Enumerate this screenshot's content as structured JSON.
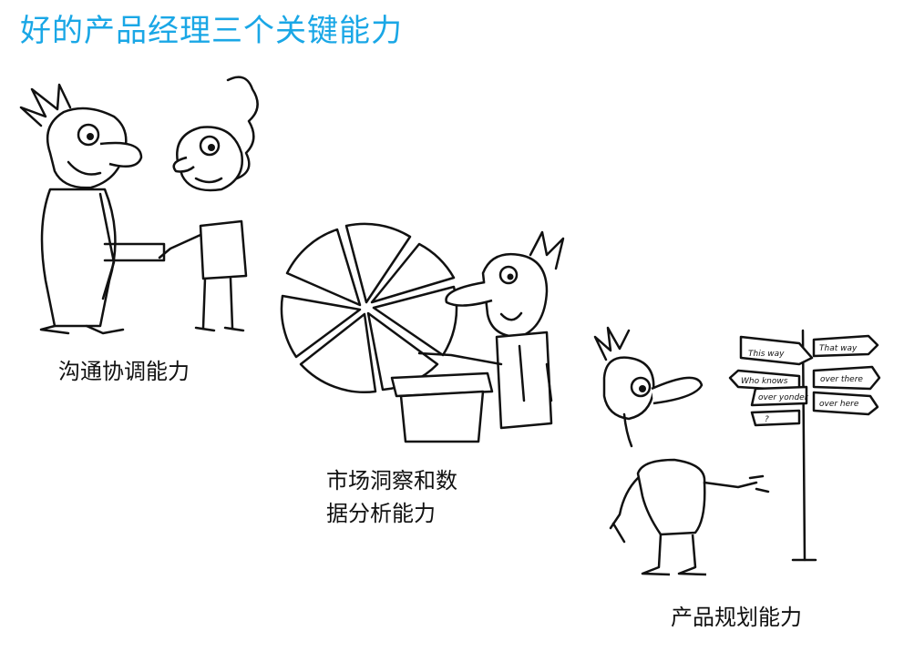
{
  "title": "好的产品经理三个关键能力",
  "abilities": [
    {
      "label": "沟通协调能力"
    },
    {
      "label_line1": "市场洞察和数",
      "label_line2": "据分析能力"
    },
    {
      "label": "产品规划能力"
    }
  ],
  "signpost": {
    "signs": [
      "This way",
      "That way",
      "Who knows",
      "over there",
      "over yonder",
      "over here",
      "?"
    ]
  },
  "colors": {
    "title": "#1aa7e6",
    "text": "#111111"
  }
}
